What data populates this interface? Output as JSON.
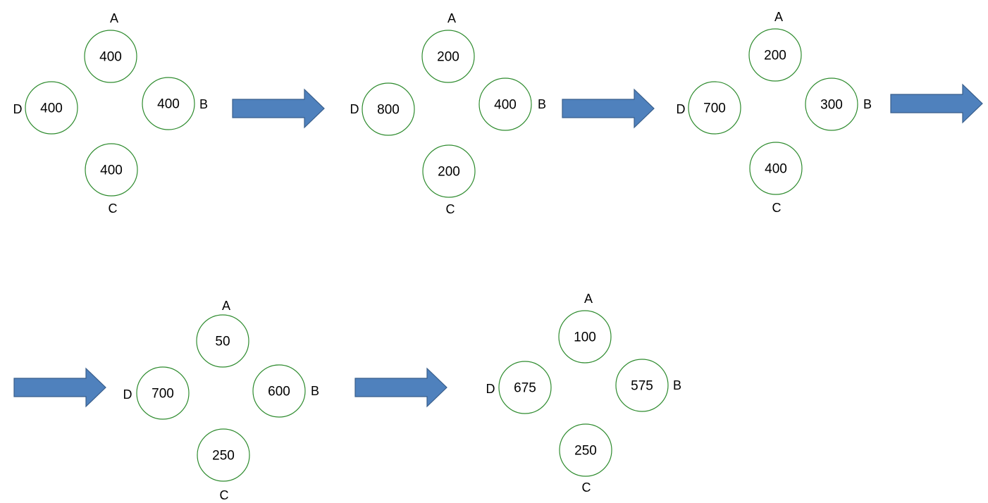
{
  "diagram": {
    "title": "",
    "colors": {
      "node_stroke": "#2e8b2e",
      "arrow_fill": "#4f81bd"
    },
    "node_labels": {
      "A": "A",
      "B": "B",
      "C": "C",
      "D": "D"
    },
    "states": [
      {
        "A": "400",
        "B": "400",
        "C": "400",
        "D": "400"
      },
      {
        "A": "200",
        "B": "400",
        "C": "200",
        "D": "800"
      },
      {
        "A": "200",
        "B": "300",
        "C": "400",
        "D": "700"
      },
      {
        "A": "50",
        "B": "600",
        "C": "250",
        "D": "700"
      },
      {
        "A": "100",
        "B": "575",
        "C": "250",
        "D": "675"
      }
    ],
    "transition_count": 5
  }
}
